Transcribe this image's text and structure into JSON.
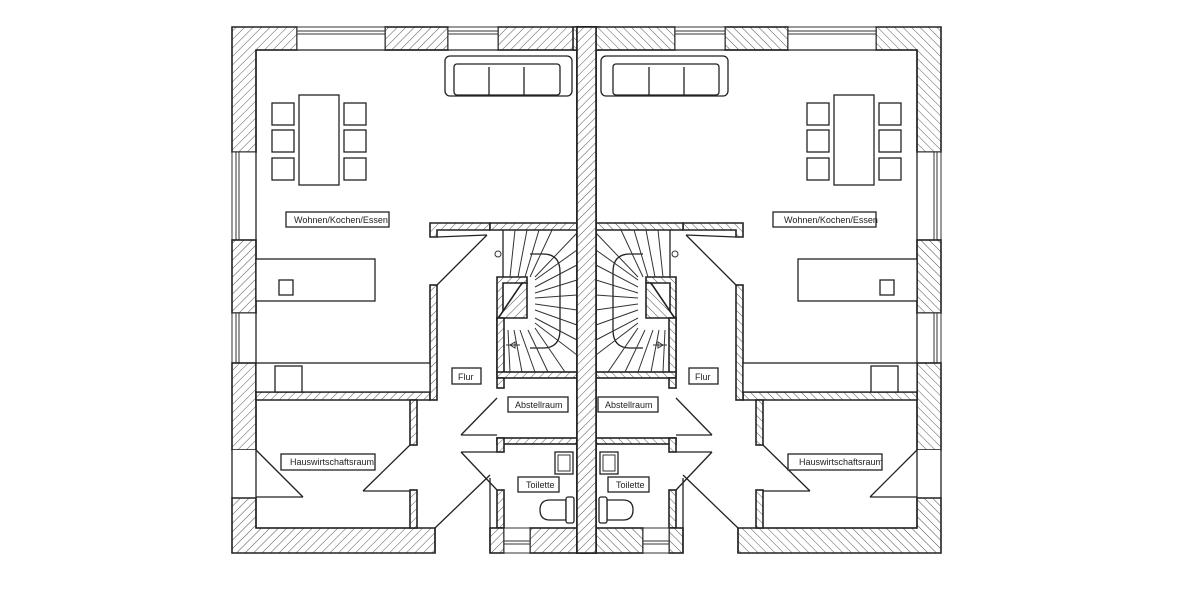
{
  "plan": {
    "type": "floor-plan",
    "layout": "semi-detached house, ground floor, mirrored units",
    "colors": {
      "line": "#222222",
      "background": "#ffffff"
    }
  },
  "units": [
    {
      "side": "left",
      "rooms": {
        "living": "Wohnen/Kochen/Essen",
        "hall": "Flur",
        "storage": "Abstellraum",
        "utility": "Hauswirtschaftsraum",
        "wc": "Toilette"
      }
    },
    {
      "side": "right",
      "rooms": {
        "living": "Wohnen/Kochen/Essen",
        "hall": "Flur",
        "storage": "Abstellraum",
        "utility": "Hauswirtschaftsraum",
        "wc": "Toilette"
      }
    }
  ],
  "furniture": [
    "sofa-icon",
    "dining-table-icon",
    "chair-icon",
    "kitchen-island-icon",
    "staircase-icon",
    "toilet-icon",
    "sink-icon"
  ]
}
